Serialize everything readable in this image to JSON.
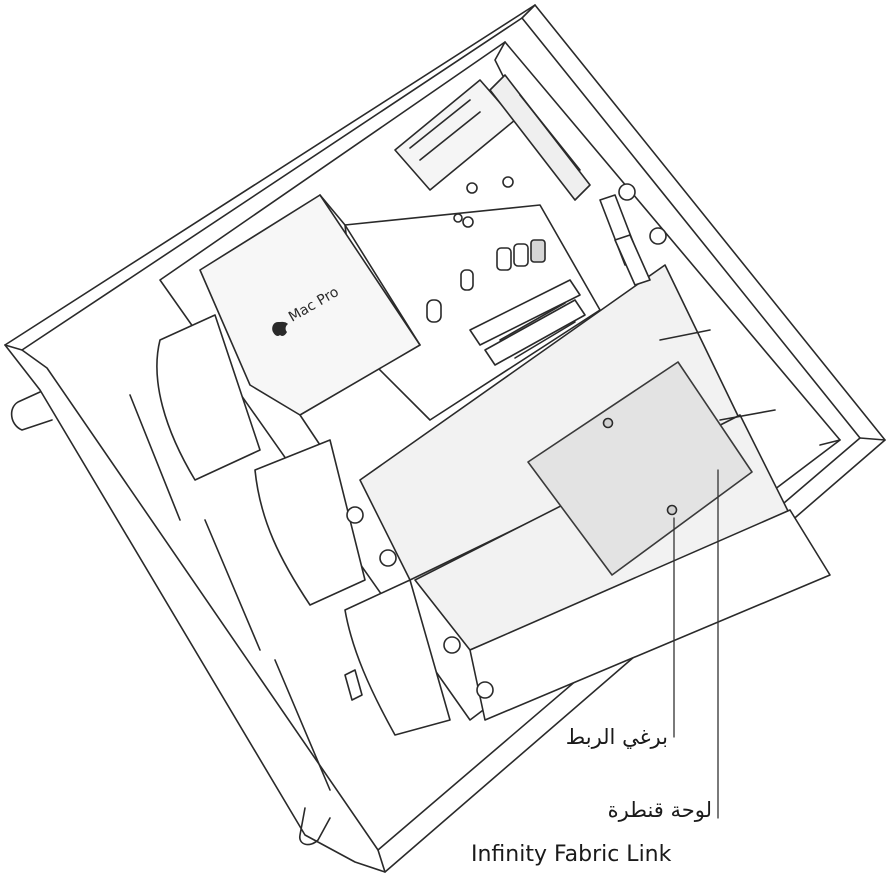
{
  "figure": {
    "case_brand_text": "Mac Pro",
    "case_logo": "apple-logo"
  },
  "callouts": {
    "screw": {
      "label": "برغي الربط"
    },
    "bridge": {
      "label_ar": "لوحة قنطرة",
      "label_en": "Infinity Fabric Link"
    }
  },
  "colors": {
    "stroke": "#2a2a2a",
    "panel_fill": "#f2f2f2",
    "bridge_fill": "#e3e3e3",
    "leader_line": "#333333"
  }
}
